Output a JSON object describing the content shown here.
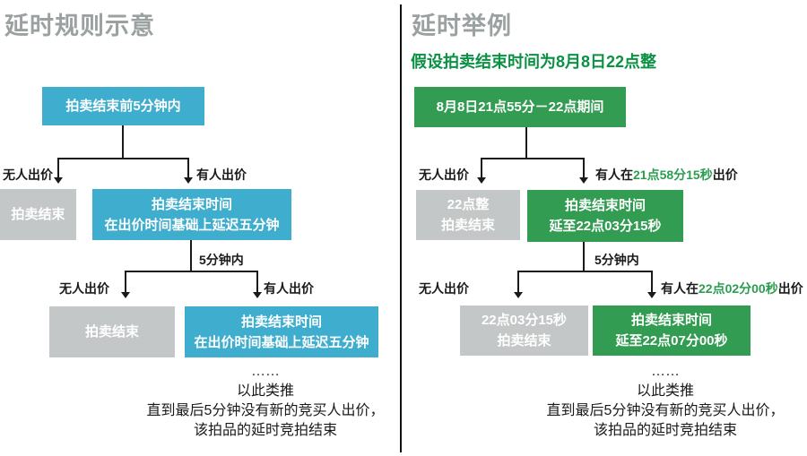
{
  "colors": {
    "blue_box": "#3EADCE",
    "green_box": "#319C52",
    "gray_box": "#C4C7C7",
    "green_text": "#0B9143",
    "green_time_text": "#2B9D51",
    "title_gray": "#9BA1A1",
    "line_black": "#1A1A1A"
  },
  "left": {
    "title": "延时规则示意",
    "root_box": "拍卖结束前5分钟内",
    "branch1": {
      "no_bid": "无人出价",
      "bid": "有人出价"
    },
    "end_box1": "拍卖结束",
    "extend_box1": {
      "line1": "拍卖结束时间",
      "line2": "在出价时间基础上延迟五分钟"
    },
    "within_label": "5分钟内",
    "branch2": {
      "no_bid": "无人出价",
      "bid": "有人出价"
    },
    "end_box2": "拍卖结束",
    "extend_box2": {
      "line1": "拍卖结束时间",
      "line2": "在出价时间基础上延迟五分钟"
    },
    "note": {
      "dots": "……",
      "line1": "以此类推",
      "line2": "直到最后5分钟没有新的竞买人出价，",
      "line3": "该拍品的延时竞拍结束"
    }
  },
  "right": {
    "title": "延时举例",
    "subtitle": "假设拍卖结束时间为8月8日22点整",
    "root_box": "8月8日21点55分－22点期间",
    "branch1": {
      "no_bid": "无人出价",
      "bid_prefix": "有人在",
      "bid_time": "21点58分15秒",
      "bid_suffix": "出价"
    },
    "end_box1": {
      "line1": "22点整",
      "line2": "拍卖结束"
    },
    "extend_box1": {
      "line1": "拍卖结束时间",
      "line2": "延至22点03分15秒"
    },
    "within_label": "5分钟内",
    "branch2": {
      "no_bid": "无人出价",
      "bid_prefix": "有人在",
      "bid_time": "22点02分00秒",
      "bid_suffix": "出价"
    },
    "end_box2": {
      "line1": "22点03分15秒",
      "line2": "拍卖结束"
    },
    "extend_box2": {
      "line1": "拍卖结束时间",
      "line2": "延至22点07分00秒"
    },
    "note": {
      "dots": "……",
      "line1": "以此类推",
      "line2": "直到最后5分钟没有新的竞买人出价，",
      "line3": "该拍品的延时竞拍结束"
    }
  }
}
